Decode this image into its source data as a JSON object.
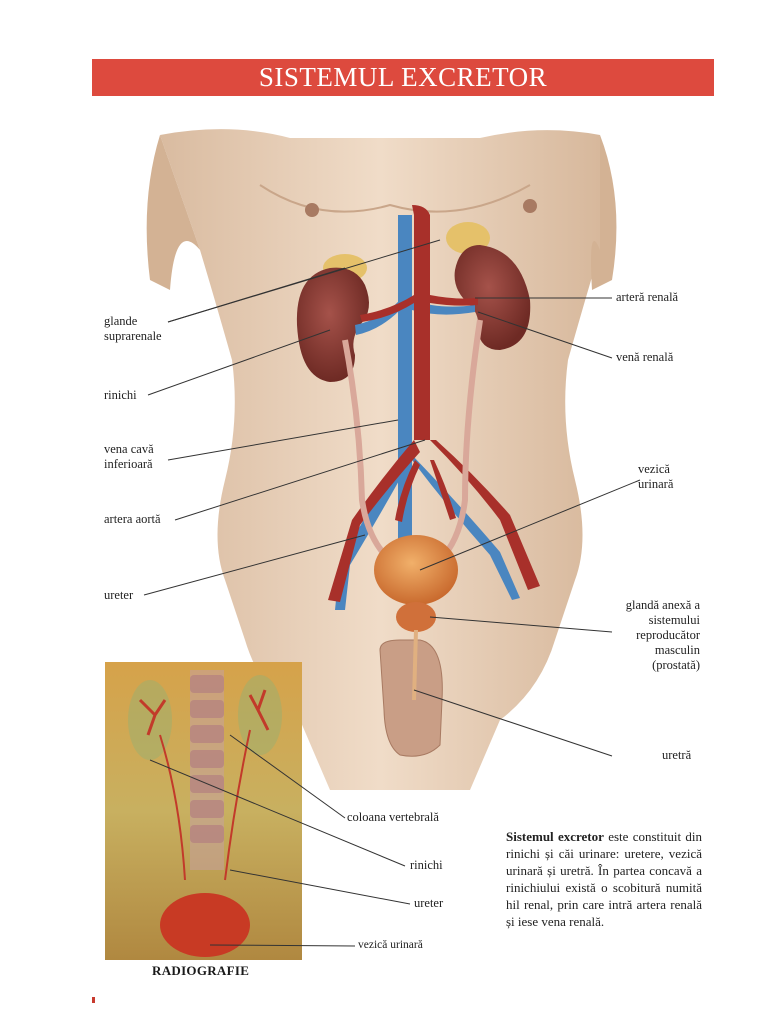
{
  "header": {
    "title": "SISTEMUL EXCRETOR"
  },
  "labels": {
    "glande": "glande suprarenale",
    "rinichi": "rinichi",
    "vena_cava": "vena cavă inferioară",
    "artera_aorta": "artera aortă",
    "ureter": "ureter",
    "artera_renala": "arteră renală",
    "vena_renala": "venă renală",
    "vezica": "vezică urinară",
    "glanda_anexa": "glandă anexă a sistemului reproducător masculin (prostată)",
    "uretra": "uretră"
  },
  "radiography": {
    "title": "RADIOGRAFIE",
    "labels": {
      "coloana": "coloana vertebrală",
      "rinichi": "rinichi",
      "ureter": "ureter",
      "vezica": "vezică urinară"
    }
  },
  "caption": {
    "bold": "Sistemul excretor",
    "text": " este constituit din rinichi și căi urinare: uretere, vezică urinară și uretră. În partea concavă a rinichiului există o scobitură numită hil renal, prin care intră artera renală și iese vena renală."
  },
  "colors": {
    "banner": "#dd4a3e",
    "artery": "#a8302a",
    "vein": "#4a86c0",
    "kidney": "#8a3a30",
    "skin": "#e9d3bd"
  }
}
